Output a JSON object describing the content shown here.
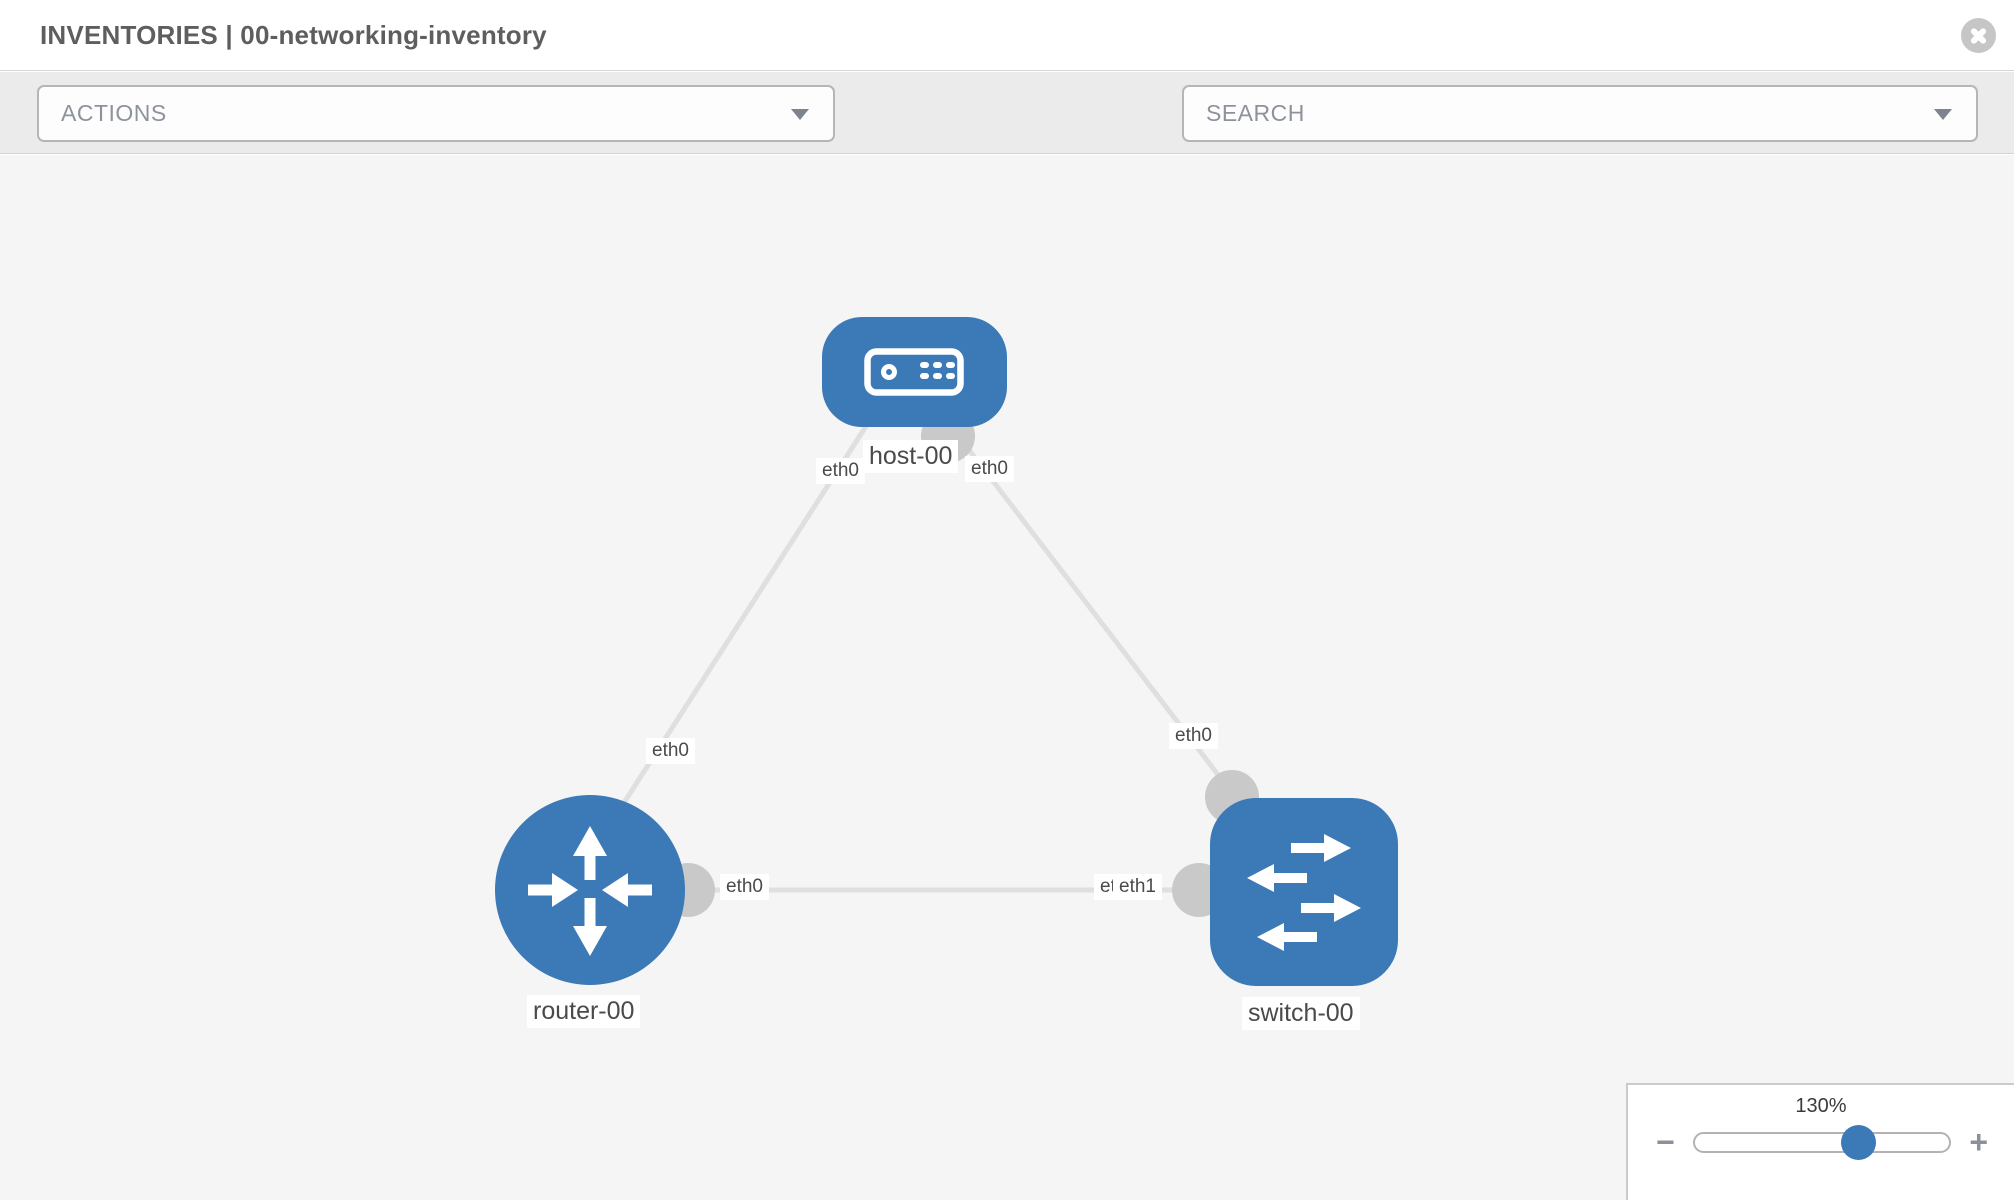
{
  "header": {
    "title": "INVENTORIES | 00-networking-inventory"
  },
  "toolbar": {
    "actions_placeholder": "ACTIONS",
    "search_placeholder": "SEARCH"
  },
  "topology": {
    "nodes": [
      {
        "label": "host-00",
        "type": "host"
      },
      {
        "label": "router-00",
        "type": "router"
      },
      {
        "label": "switch-00",
        "type": "switch"
      }
    ],
    "links": [
      {
        "from": "host-00",
        "to": "router-00",
        "from_interface": "eth0",
        "to_interface": "eth0"
      },
      {
        "from": "host-00",
        "to": "switch-00",
        "from_interface": "eth0",
        "to_interface": "eth0"
      },
      {
        "from": "router-00",
        "to": "switch-00",
        "from_interface": "eth0",
        "to_interface": "eth1",
        "to_interface_overlapped": "eth0"
      }
    ]
  },
  "zoom_control": {
    "level": "130%",
    "minus_label": "−",
    "plus_label": "+"
  },
  "colors": {
    "node_blue": "#3b79b7",
    "link_gray": "#dfdfdf",
    "connector_gray": "#c9c9c9",
    "toolbar_bg": "#ebebeb",
    "canvas_bg": "#f5f5f5"
  }
}
